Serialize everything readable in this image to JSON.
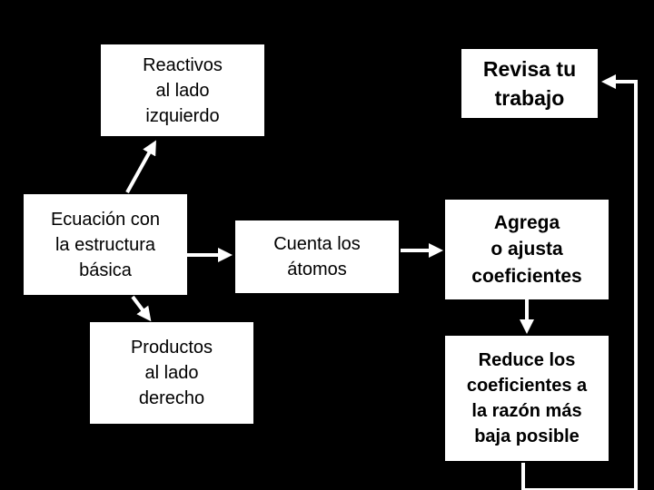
{
  "nodes": {
    "reactivos": "Reactivos\nal lado\nizquierdo",
    "ecuacion": "Ecuación con\nla estructura\nbásica",
    "productos": "Productos\nal lado\nderecho",
    "cuenta": "Cuenta los\nátomos",
    "revisa": "Revisa tu\ntrabajo",
    "agrega": "Agrega\no ajusta\ncoeficientes",
    "reduce": "Reduce los\ncoeficientes a\nla razón más\nbaja posible"
  },
  "colors": {
    "background": "#000000",
    "box": "#ffffff",
    "arrow": "#ffffff"
  }
}
